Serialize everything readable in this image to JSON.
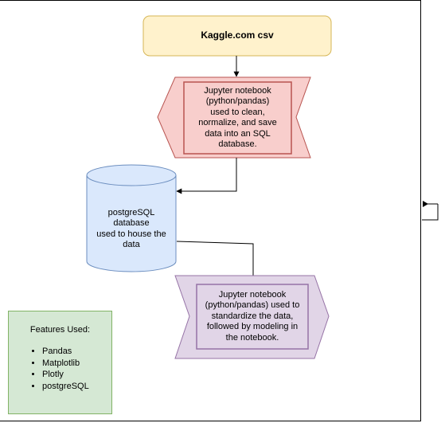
{
  "diagram": {
    "source_node": {
      "label": "Kaggle.com csv"
    },
    "clean_node": {
      "label": "Jupyter notebook\n(python/pandas)\nused to clean,\nnormalize, and save\ndata into an SQL\ndatabase."
    },
    "database_node": {
      "label": "postgreSQL\ndatabase\nused to house the\ndata"
    },
    "model_node": {
      "label": "Jupyter notebook\n(python/pandas) used to\nstandardize the data,\nfollowed by modeling in\nthe notebook."
    },
    "features": {
      "heading": "Features Used:",
      "items": [
        "Pandas",
        "Matplotlib",
        "Plotly",
        "postgreSQL"
      ]
    }
  },
  "colors": {
    "source_fill": "#fff2cc",
    "source_stroke": "#d6b656",
    "clean_fill": "#f8cecc",
    "clean_stroke": "#b85450",
    "database_fill": "#dae8fc",
    "database_stroke": "#6c8ebf",
    "model_fill": "#e1d5e7",
    "model_stroke": "#9673a6",
    "features_fill": "#d5e8d4",
    "features_stroke": "#82b366"
  }
}
